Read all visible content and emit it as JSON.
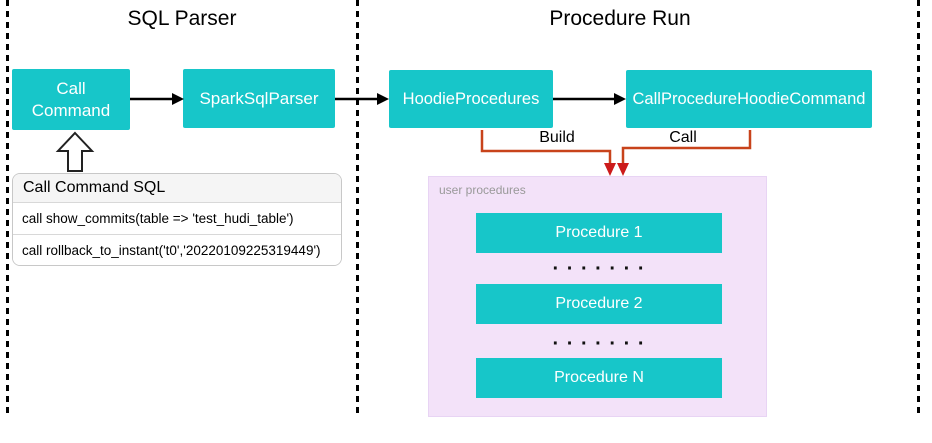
{
  "titles": {
    "left": "SQL Parser",
    "right": "Procedure Run"
  },
  "nodes": {
    "call_command": "Call\nCommand",
    "spark_sql_parser": "SparkSqlParser",
    "hoodie_procedures": "HoodieProcedures",
    "call_procedure_hoodie_command": "CallProcedureHoodieCommand"
  },
  "edges": {
    "build_label": "Build",
    "call_label": "Call"
  },
  "sql_table": {
    "header": "Call Command SQL",
    "rows": [
      "call show_commits(table => 'test_hudi_table')",
      "call rollback_to_instant('t0','20220109225319449')"
    ]
  },
  "user_procedures": {
    "label": "user procedures",
    "items": [
      "Procedure 1",
      "Procedure 2",
      "Procedure N"
    ],
    "dots": "· · · · · · ·"
  },
  "colors": {
    "teal": "#17c6c9",
    "purple_bg": "#f3e2f9",
    "orange_line": "#c8431b",
    "red_arrow": "#cc1b1b",
    "gray_label": "#999999"
  }
}
